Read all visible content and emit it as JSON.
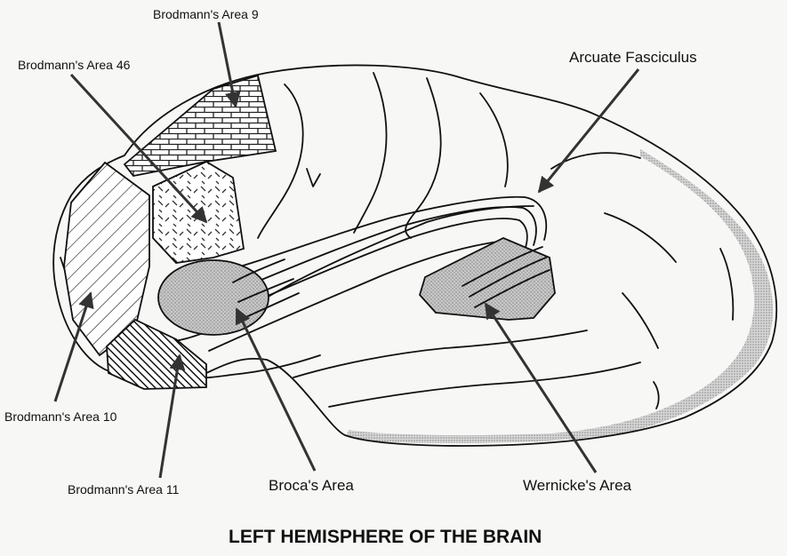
{
  "title": "LEFT HEMISPHERE OF THE BRAIN",
  "labels": {
    "area9": "Brodmann's Area 9",
    "area46": "Brodmann's Area 46",
    "arcuate": "Arcuate Fasciculus",
    "area10": "Brodmann's Area 10",
    "area11": "Brodmann's Area 11",
    "broca": "Broca's Area",
    "wernicke": "Wernicke's Area"
  },
  "colors": {
    "background": "#f7f7f5",
    "ink": "#111111",
    "arrow": "#333333"
  }
}
